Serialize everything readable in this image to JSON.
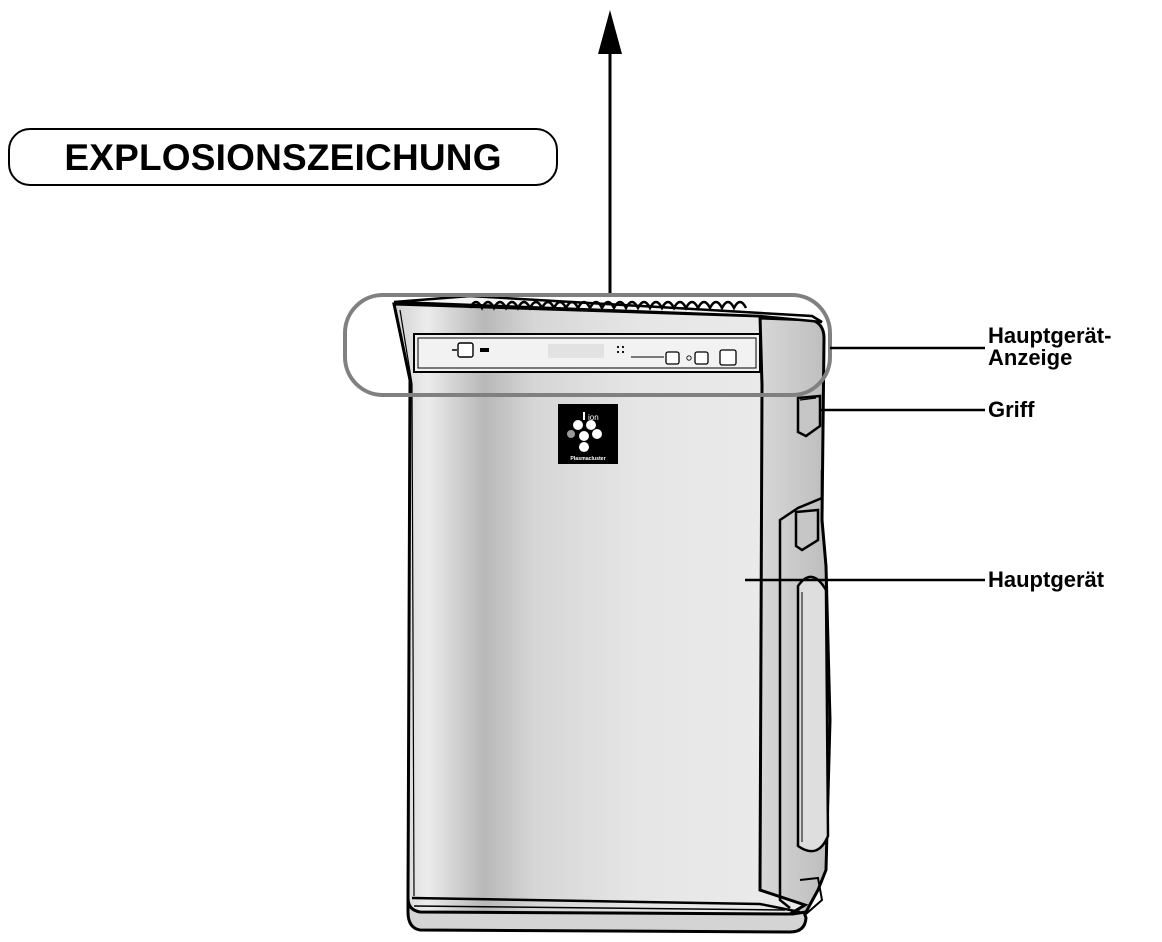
{
  "title": "EXPLOSIONSZEICHUNG",
  "callouts": {
    "main_display_line1": "Hauptgerät-",
    "main_display_line2": "Anzeige",
    "handle": "Griff",
    "main_unit": "Hauptgerät"
  },
  "logo_text": {
    "ion": "ion",
    "brand": "Plasmacluster"
  },
  "colors": {
    "outline": "#000000",
    "body_light": "#e8e8e8",
    "body_shade": "#b8b8b8",
    "callout_highlight": "#808080",
    "logo_bg": "#000000"
  }
}
